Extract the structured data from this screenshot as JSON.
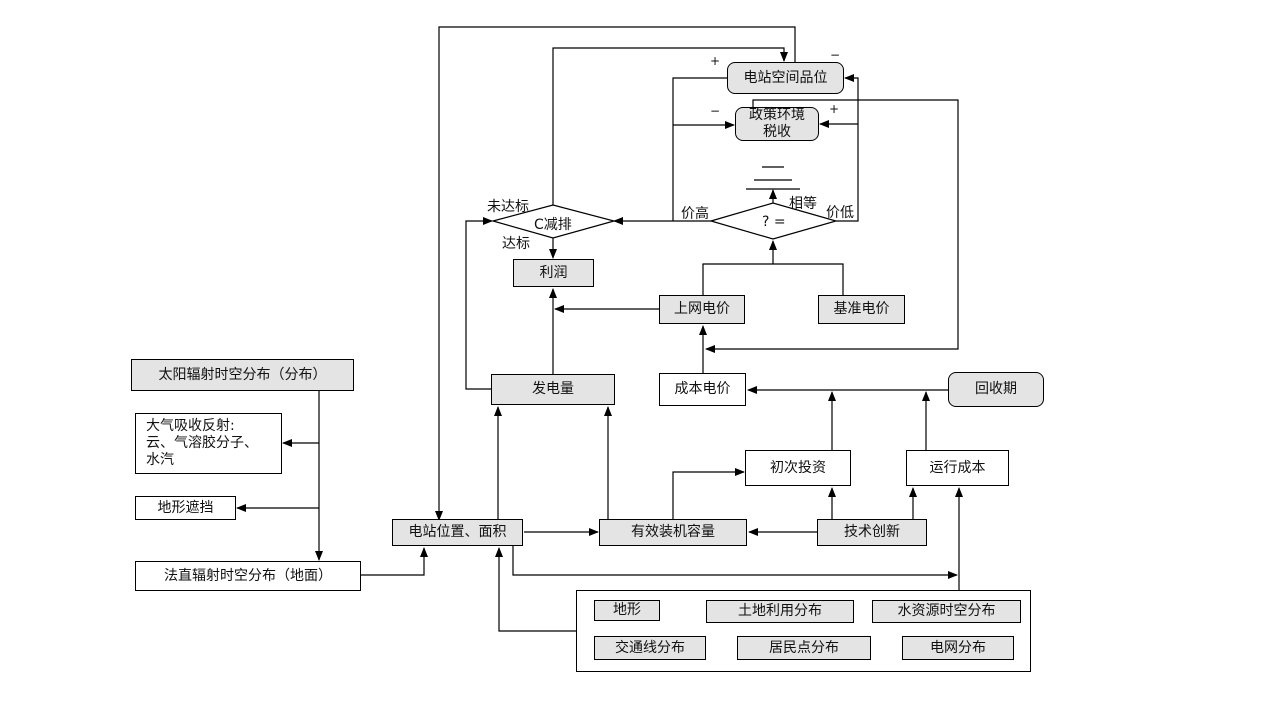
{
  "nodes": {
    "station_spatial_quality": "电站空间品位",
    "policy_tax": "政策环境\n税收",
    "c_reduction": "C减排",
    "compare": "? =",
    "profit": "利润",
    "grid_price": "上网电价",
    "benchmark_price": "基准电价",
    "generation": "发电量",
    "cost_price": "成本电价",
    "payback_period": "回收期",
    "initial_investment": "初次投资",
    "operating_cost": "运行成本",
    "station_location_area": "电站位置、面积",
    "effective_capacity": "有效装机容量",
    "tech_innovation": "技术创新",
    "solar_radiation": "太阳辐射时空分布（分布）",
    "atmosphere": "大气吸收反射:\n云、气溶胶分子、\n水汽",
    "terrain_shading": "地形遮挡",
    "direct_radiation": "法直辐射时空分布（地面）"
  },
  "factors_group": {
    "items": [
      "地形",
      "土地利用分布",
      "水资源时空分布",
      "交通线分布",
      "居民点分布",
      "电网分布"
    ]
  },
  "edge_labels": {
    "not_met": "未达标",
    "met": "达标",
    "price_high": "价高",
    "price_low": "价低",
    "equal": "相等",
    "plus_quality": "+",
    "minus_quality": "−",
    "minus_policy": "−",
    "plus_policy": "+"
  },
  "colors": {
    "grey_fill": "#e4e4e4",
    "line": "#000000"
  }
}
